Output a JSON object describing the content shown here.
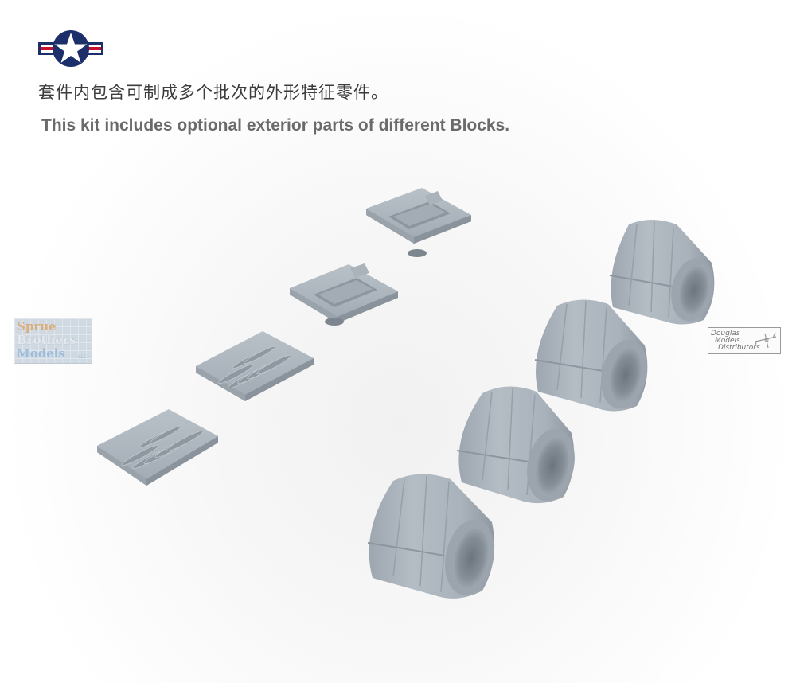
{
  "heading": {
    "chinese": "套件内包含可制成多个批次的外形特征零件。",
    "english": "This kit includes optional exterior parts of different Blocks."
  },
  "insignia": {
    "icon": "us-star-and-bar-roundel-icon",
    "colors": {
      "blue": "#1d2f6b",
      "red": "#c8102e",
      "white": "#ffffff"
    }
  },
  "parts": {
    "color": "#a7b0b9",
    "panels": [
      {
        "kind": "plain-panel"
      },
      {
        "kind": "plain-panel"
      },
      {
        "kind": "ribbed-panel"
      },
      {
        "kind": "ribbed-panel"
      }
    ],
    "nozzles": [
      {
        "kind": "exhaust-nozzle"
      },
      {
        "kind": "exhaust-nozzle"
      },
      {
        "kind": "exhaust-nozzle"
      },
      {
        "kind": "exhaust-nozzle"
      }
    ]
  },
  "watermarks": {
    "left": {
      "line1": "Sprue",
      "line2": "Brothers",
      "line3": "Models",
      "suffix": "LLC"
    },
    "right": {
      "line1": "Douglas",
      "line2": "Models",
      "line3": "Distributors"
    }
  }
}
